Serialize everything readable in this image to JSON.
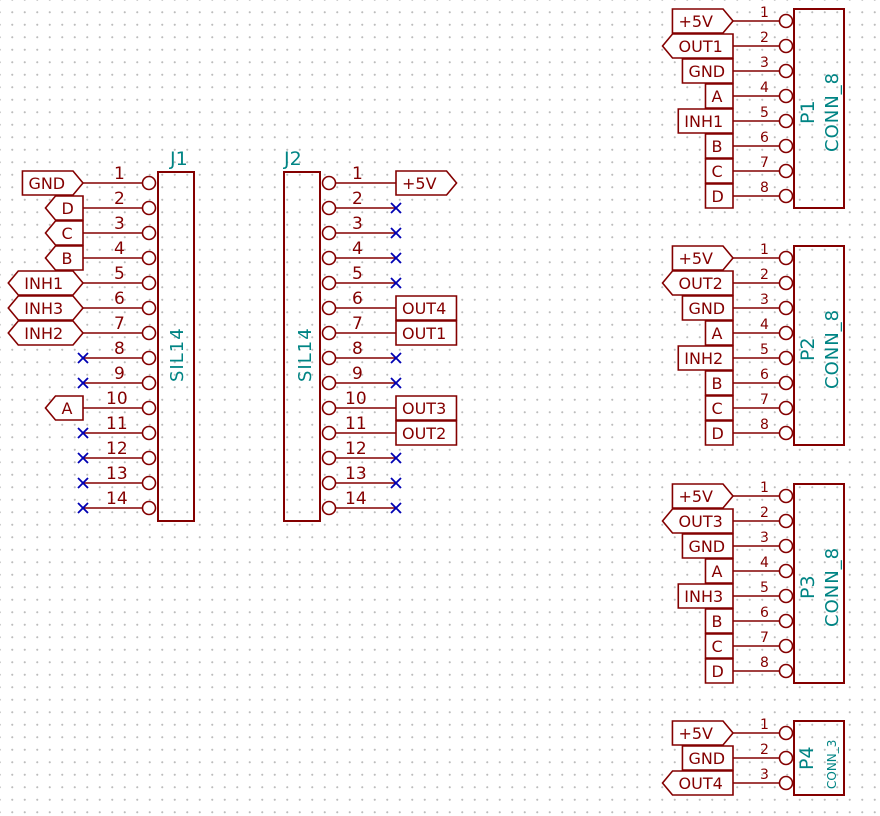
{
  "components": {
    "J1": {
      "reference": "J1",
      "value": "SIL14",
      "pins": [
        "1",
        "2",
        "3",
        "4",
        "5",
        "6",
        "7",
        "8",
        "9",
        "10",
        "11",
        "12",
        "13",
        "14"
      ],
      "labels": [
        {
          "pin": 1,
          "text": "GND",
          "shape": "output"
        },
        {
          "pin": 2,
          "text": "D",
          "shape": "input"
        },
        {
          "pin": 3,
          "text": "C",
          "shape": "input"
        },
        {
          "pin": 4,
          "text": "B",
          "shape": "input"
        },
        {
          "pin": 5,
          "text": "INH1",
          "shape": "bidir"
        },
        {
          "pin": 6,
          "text": "INH3",
          "shape": "bidir"
        },
        {
          "pin": 7,
          "text": "INH2",
          "shape": "bidir"
        },
        {
          "pin": 10,
          "text": "A",
          "shape": "input"
        }
      ],
      "no_connect": [
        8,
        9,
        11,
        12,
        13,
        14
      ]
    },
    "J2": {
      "reference": "J2",
      "value": "SIL14",
      "pins": [
        "1",
        "2",
        "3",
        "4",
        "5",
        "6",
        "7",
        "8",
        "9",
        "10",
        "11",
        "12",
        "13",
        "14"
      ],
      "labels": [
        {
          "pin": 1,
          "text": "+5V",
          "shape": "output"
        },
        {
          "pin": 6,
          "text": "OUT4",
          "shape": "passive"
        },
        {
          "pin": 7,
          "text": "OUT1",
          "shape": "passive"
        },
        {
          "pin": 10,
          "text": "OUT3",
          "shape": "passive"
        },
        {
          "pin": 11,
          "text": "OUT2",
          "shape": "passive"
        }
      ],
      "no_connect": [
        2,
        3,
        4,
        5,
        8,
        9,
        12,
        13,
        14
      ]
    },
    "P1": {
      "reference": "P1",
      "value": "CONN_8",
      "pins": [
        "1",
        "2",
        "3",
        "4",
        "5",
        "6",
        "7",
        "8"
      ],
      "labels": [
        {
          "pin": 1,
          "text": "+5V",
          "shape": "output"
        },
        {
          "pin": 2,
          "text": "OUT1",
          "shape": "input"
        },
        {
          "pin": 3,
          "text": "GND",
          "shape": "passive"
        },
        {
          "pin": 4,
          "text": "A",
          "shape": "passive"
        },
        {
          "pin": 5,
          "text": "INH1",
          "shape": "passive"
        },
        {
          "pin": 6,
          "text": "B",
          "shape": "passive"
        },
        {
          "pin": 7,
          "text": "C",
          "shape": "passive"
        },
        {
          "pin": 8,
          "text": "D",
          "shape": "passive"
        }
      ]
    },
    "P2": {
      "reference": "P2",
      "value": "CONN_8",
      "pins": [
        "1",
        "2",
        "3",
        "4",
        "5",
        "6",
        "7",
        "8"
      ],
      "labels": [
        {
          "pin": 1,
          "text": "+5V",
          "shape": "output"
        },
        {
          "pin": 2,
          "text": "OUT2",
          "shape": "input"
        },
        {
          "pin": 3,
          "text": "GND",
          "shape": "passive"
        },
        {
          "pin": 4,
          "text": "A",
          "shape": "passive"
        },
        {
          "pin": 5,
          "text": "INH2",
          "shape": "passive"
        },
        {
          "pin": 6,
          "text": "B",
          "shape": "passive"
        },
        {
          "pin": 7,
          "text": "C",
          "shape": "passive"
        },
        {
          "pin": 8,
          "text": "D",
          "shape": "passive"
        }
      ]
    },
    "P3": {
      "reference": "P3",
      "value": "CONN_8",
      "pins": [
        "1",
        "2",
        "3",
        "4",
        "5",
        "6",
        "7",
        "8"
      ],
      "labels": [
        {
          "pin": 1,
          "text": "+5V",
          "shape": "output"
        },
        {
          "pin": 2,
          "text": "OUT3",
          "shape": "input"
        },
        {
          "pin": 3,
          "text": "GND",
          "shape": "passive"
        },
        {
          "pin": 4,
          "text": "A",
          "shape": "passive"
        },
        {
          "pin": 5,
          "text": "INH3",
          "shape": "passive"
        },
        {
          "pin": 6,
          "text": "B",
          "shape": "passive"
        },
        {
          "pin": 7,
          "text": "C",
          "shape": "passive"
        },
        {
          "pin": 8,
          "text": "D",
          "shape": "passive"
        }
      ]
    },
    "P4": {
      "reference": "P4",
      "value": "CONN_3",
      "pins": [
        "1",
        "2",
        "3"
      ],
      "labels": [
        {
          "pin": 1,
          "text": "+5V",
          "shape": "output"
        },
        {
          "pin": 2,
          "text": "GND",
          "shape": "passive"
        },
        {
          "pin": 3,
          "text": "OUT4",
          "shape": "input"
        }
      ]
    }
  },
  "colors": {
    "component": "#840000",
    "reference_text": "#008484",
    "no_connect": "#0000b4",
    "grid_dot": "#bdbdbd",
    "background": "#ffffff"
  }
}
